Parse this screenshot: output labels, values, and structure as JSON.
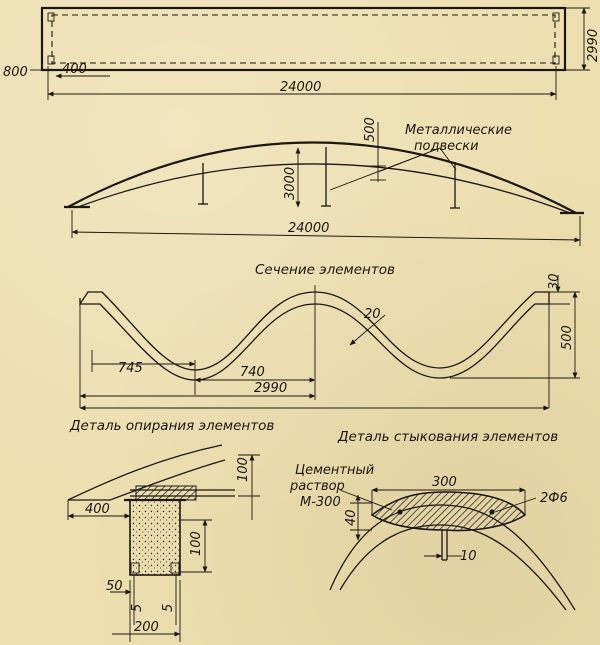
{
  "plan": {
    "dim_length": "24000",
    "dim_width": "2990",
    "dim_edge": "800",
    "dim_offset": "400"
  },
  "elevation": {
    "dim_rise": "3000",
    "dim_sag": "500",
    "dim_span": "24000",
    "label_hangers_1": "Металлические",
    "label_hangers_2": "подвески"
  },
  "section": {
    "title": "Сечение элементов",
    "dim_a": "745",
    "dim_b": "740",
    "dim_total": "2990",
    "dim_height": "500",
    "dim_lip": "30",
    "dim_thickness": "20"
  },
  "support_detail": {
    "title": "Деталь опирания элементов",
    "dim_400": "400",
    "dim_100_top": "100",
    "dim_100_mid": "100",
    "dim_50": "50",
    "dim_200": "200",
    "dim_5a": "5",
    "dim_5b": "5"
  },
  "joint_detail": {
    "title": "Деталь стыкования элементов",
    "mortar_1": "Цементный",
    "mortar_2": "раствор",
    "mortar_3": "М-300",
    "dim_300": "300",
    "dim_40": "40",
    "dim_10": "10",
    "rebar": "2Ф6"
  }
}
